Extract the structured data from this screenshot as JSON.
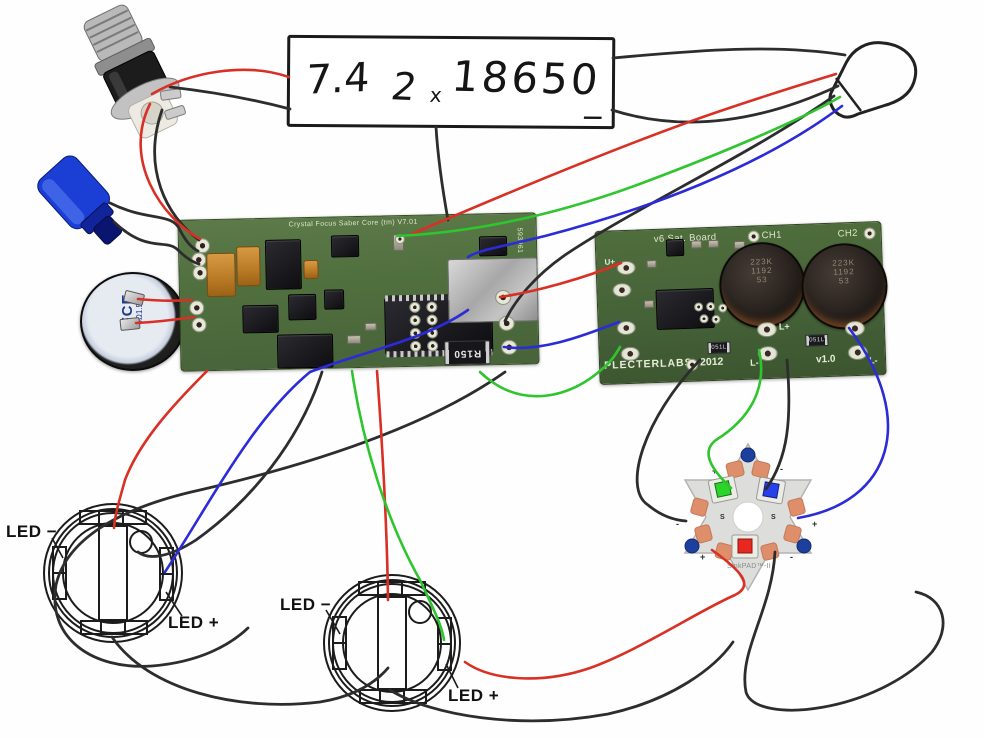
{
  "colors": {
    "red": "#d93025",
    "black": "#2d2d2d",
    "blue": "#2b2bd8",
    "green": "#2ec52e"
  },
  "battery_note": {
    "voltage": "7.4",
    "qty": "2",
    "times": "x",
    "cell": "18650",
    "underscore": "_"
  },
  "main_board": {
    "title": "Crystal Focus Saber Core (tm) V7.01",
    "serial": "593961",
    "resistor": "R150"
  },
  "sat_board": {
    "title": "v6 Sat. Board",
    "ch1": "CH1",
    "ch2": "CH2",
    "u_plus": "U+",
    "l_plus": "L+",
    "l_minus": "L-",
    "l_minus_right": "L-",
    "brand": "PLECTERLABS",
    "year": "2012",
    "version": "v1.0",
    "inductor_line1": "223K",
    "inductor_line2": "1192",
    "inductor_line3": "53",
    "resistor": "051L"
  },
  "speaker": {
    "brand": "FCE",
    "spec": "8Ω1.5W"
  },
  "led_star": {
    "label": "SinkPAD™-II",
    "plus": "+",
    "minus": "-",
    "s": "S",
    "leds": [
      {
        "name": "green",
        "color": "#2bd42b"
      },
      {
        "name": "blue",
        "color": "#2741e8"
      },
      {
        "name": "red",
        "color": "#e8281e"
      }
    ]
  },
  "switches": {
    "led_minus": "LED −",
    "led_plus": "LED +"
  }
}
